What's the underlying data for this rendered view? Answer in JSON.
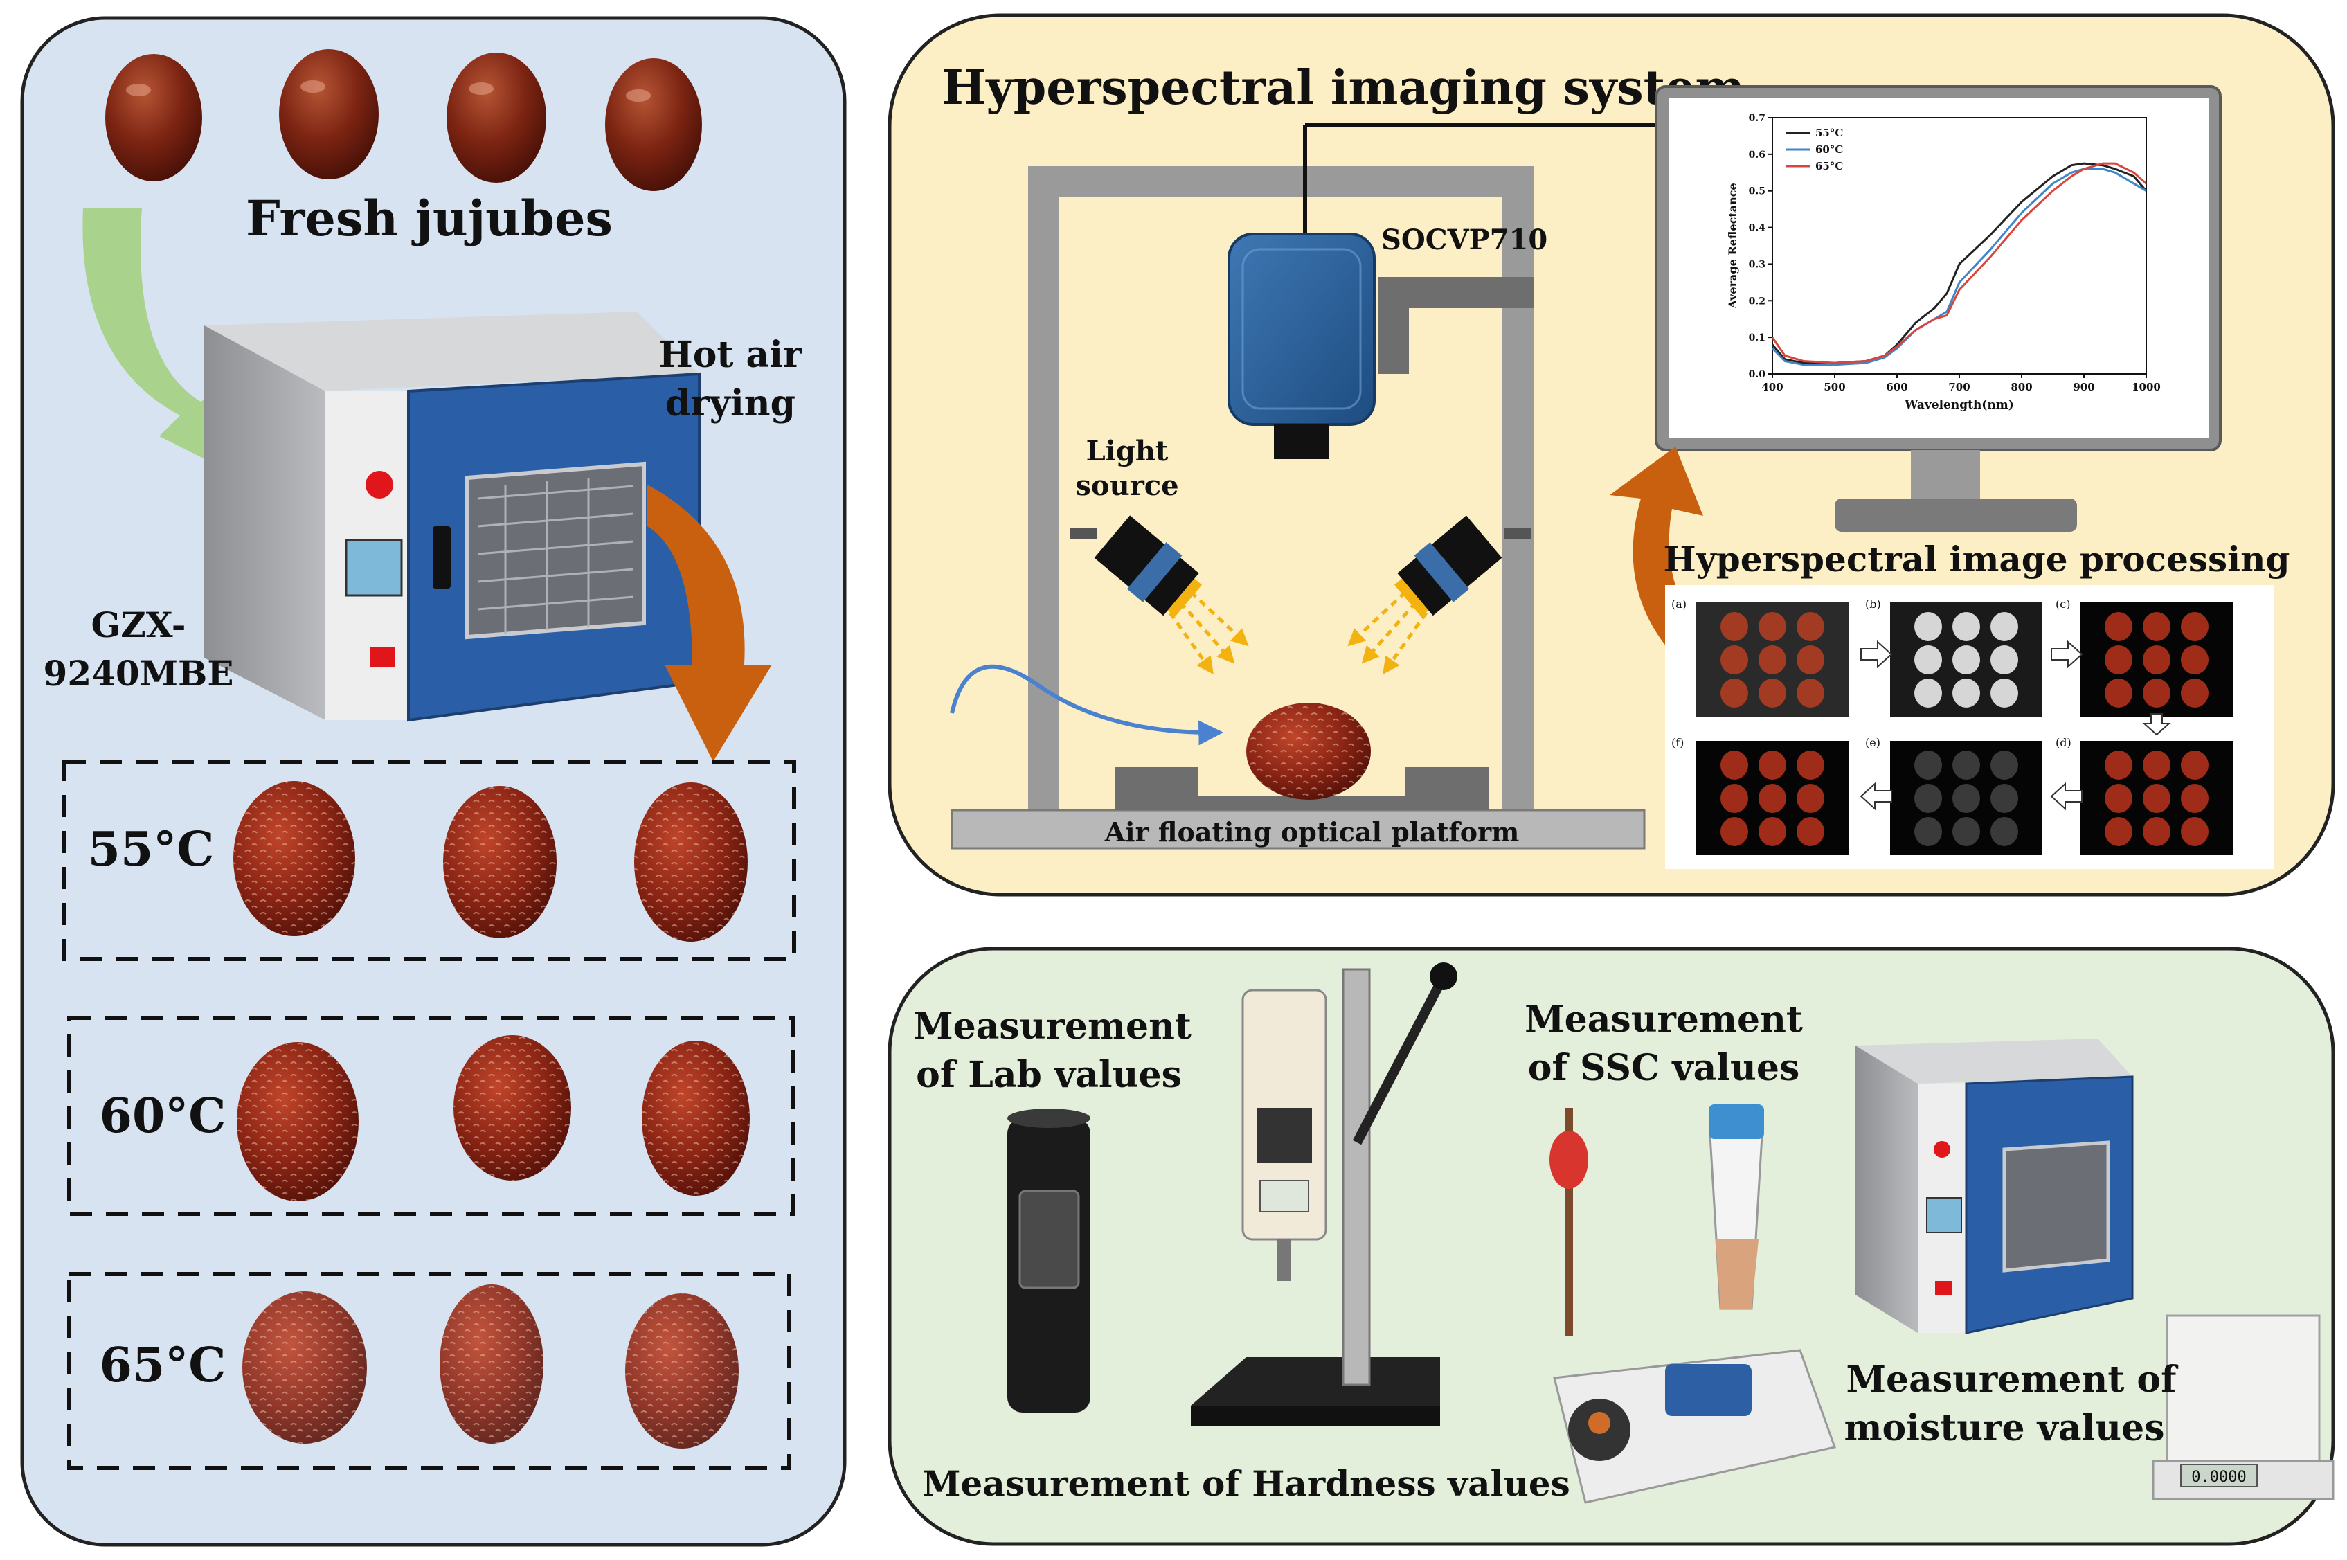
{
  "colors": {
    "panel_left_bg": "#d8e3f1",
    "panel_top_right_bg": "#fcefc6",
    "panel_bottom_right_bg": "#e3efdb",
    "jujube": "#8a2414",
    "oven_door": "#2a5fa8",
    "arrow_green": "#a9d38c",
    "arrow_orange": "#c9600f",
    "chart_55": "#222222",
    "chart_60": "#3f86c9",
    "chart_65": "#d9453c"
  },
  "left_panel": {
    "fresh_label": "Fresh jujubes",
    "hot_air_label_1": "Hot air",
    "hot_air_label_2": "drying",
    "oven_model_1": "GZX-",
    "oven_model_2": "9240MBE",
    "temp_groups": [
      {
        "label": "55°C"
      },
      {
        "label": "60°C"
      },
      {
        "label": "65°C"
      }
    ]
  },
  "hsi_panel": {
    "title": "Hyperspectral imaging system",
    "camera_label": "SOCVP710",
    "light_label_1": "Light",
    "light_label_2": "source",
    "platform_label": "Air floating optical platform",
    "processing_title": "Hyperspectral image processing",
    "step_labels": [
      "(a)",
      "(b)",
      "(c)",
      "(d)",
      "(e)",
      "(f)"
    ]
  },
  "measure_panel": {
    "lab_1": "Measurement",
    "lab_2": "of Lab values",
    "ssc_1": "Measurement",
    "ssc_2": "of SSC values",
    "hardness": "Measurement of Hardness values",
    "moisture_1": "Measurement of",
    "moisture_2": "moisture values",
    "balance_readout": "0.0000"
  },
  "chart_data": {
    "type": "line",
    "xlabel": "Wavelength(nm)",
    "ylabel": "Average Reflectance",
    "xlim": [
      400,
      1000
    ],
    "ylim": [
      0,
      0.7
    ],
    "xticks": [
      400,
      500,
      600,
      700,
      800,
      900,
      1000
    ],
    "yticks": [
      0.0,
      0.1,
      0.2,
      0.3,
      0.4,
      0.5,
      0.6,
      0.7
    ],
    "legend_position": "top-left",
    "x": [
      400,
      420,
      450,
      500,
      550,
      580,
      600,
      630,
      660,
      680,
      700,
      750,
      800,
      850,
      880,
      900,
      930,
      950,
      980,
      1000
    ],
    "series": [
      {
        "name": "55°C",
        "values": [
          0.08,
          0.04,
          0.03,
          0.03,
          0.035,
          0.05,
          0.08,
          0.14,
          0.18,
          0.22,
          0.3,
          0.38,
          0.47,
          0.54,
          0.57,
          0.575,
          0.57,
          0.56,
          0.54,
          0.5
        ]
      },
      {
        "name": "60°C",
        "values": [
          0.07,
          0.035,
          0.025,
          0.025,
          0.03,
          0.045,
          0.07,
          0.12,
          0.15,
          0.17,
          0.25,
          0.34,
          0.44,
          0.52,
          0.55,
          0.56,
          0.56,
          0.55,
          0.52,
          0.5
        ]
      },
      {
        "name": "65°C",
        "values": [
          0.1,
          0.05,
          0.035,
          0.03,
          0.035,
          0.05,
          0.075,
          0.12,
          0.15,
          0.16,
          0.23,
          0.32,
          0.42,
          0.5,
          0.54,
          0.56,
          0.575,
          0.575,
          0.55,
          0.52
        ]
      }
    ]
  }
}
